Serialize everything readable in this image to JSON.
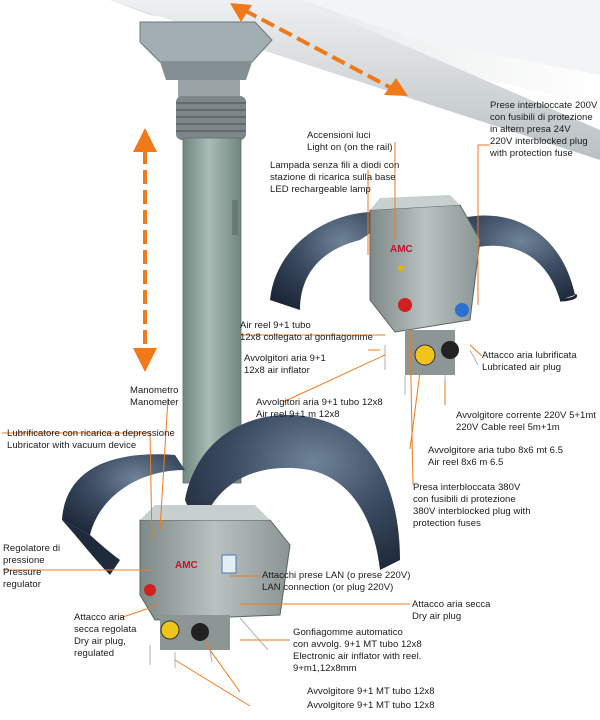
{
  "labels": [
    {
      "id": "prese-interbloccate-200v",
      "it": [
        "Prese interbloccate 200V",
        "con fusibili di protezione",
        "in altern presa 24V"
      ],
      "en": [
        "220V interblocked plug",
        "with protection fuse"
      ]
    },
    {
      "id": "accensioni-luci",
      "it": [
        "Accensioni luci"
      ],
      "en": [
        "Light on (on the rail)"
      ]
    },
    {
      "id": "lampada-senza-fili",
      "it": [
        "Lampada senza fili a diodi con",
        "stazione di ricarica sulla base"
      ],
      "en": [
        "LED rechargeable lamp"
      ]
    },
    {
      "id": "air-reel-collegato",
      "it": [
        "Air reel 9+1 tubo",
        "12x8 collegato al gonfiagomme"
      ],
      "en": []
    },
    {
      "id": "avvolgitori-aria",
      "it": [
        "Avvolgitori aria 9+1"
      ],
      "en": [
        "12x8 air inflator"
      ]
    },
    {
      "id": "attacco-aria-lubrificata",
      "it": [
        "Attacco aria lubrificata"
      ],
      "en": [
        "Lubricated air plug"
      ]
    },
    {
      "id": "avvolgitori-aria-tubo",
      "it": [
        "Avvolgitori aria 9+1 tubo 12x8"
      ],
      "en": [
        "Air reel 9+1 m 12x8"
      ]
    },
    {
      "id": "manometro",
      "it": [
        "Manometro"
      ],
      "en": [
        "Manometer"
      ]
    },
    {
      "id": "avvolgitore-corrente",
      "it": [
        "Avvolgitore corrente 220V 5+1mt"
      ],
      "en": [
        "220V Cable reel 5m+1m"
      ]
    },
    {
      "id": "avvolgitore-aria-tubo-8x6",
      "it": [
        "Avvolgitore aria tubo 8x6 mt 6.5"
      ],
      "en": [
        "Air reel 8x6 m 6.5"
      ]
    },
    {
      "id": "lubrificatore",
      "it": [
        "Lubrificatore con ricarica a depressione"
      ],
      "en": [
        "Lubricator with vacuum device"
      ]
    },
    {
      "id": "presa-interbloccata-380v",
      "it": [
        "Presa interbloccata 380V",
        "con fusibili di protezione"
      ],
      "en": [
        "380V interblocked plug with",
        "protection fuses"
      ]
    },
    {
      "id": "regolatore-pressione",
      "it": [
        "Regolatore di",
        "pressione"
      ],
      "en": [
        "Pressure",
        "regulator"
      ]
    },
    {
      "id": "attacchi-prese-lan",
      "it": [
        "Attacchi prese LAN (o prese 220V)"
      ],
      "en": [
        "LAN connection (or plug 220V)"
      ]
    },
    {
      "id": "attacco-aria-secca",
      "it": [
        "Attacco aria secca"
      ],
      "en": [
        "Dry air plug"
      ]
    },
    {
      "id": "attacco-aria-regolata",
      "it": [
        "Attacco aria",
        "secca regolata"
      ],
      "en": [
        "Dry air plug,",
        "regulated"
      ]
    },
    {
      "id": "gonfiagomme",
      "it": [
        "Gonfiagomme automatico",
        "con avvolg. 9+1 MT tubo 12x8"
      ],
      "en": [
        "Electronic air inflator with reel.",
        "9+m1,12x8mm"
      ]
    },
    {
      "id": "avvolgitore-9-1-a",
      "it": [
        "Avvolgitore 9+1 MT tubo 12x8"
      ],
      "en": []
    },
    {
      "id": "avvolgitore-9-1-b",
      "it": [
        "Avvolgitore 9+1 MT tubo 12x8"
      ],
      "en": []
    }
  ],
  "brand": "AMC",
  "colors": {
    "arrow": "#f07a1a",
    "leader": "#f07a1a",
    "dome": "#2f3f55",
    "body": "#9aa6a4",
    "column": "#8fa39c",
    "rail": "#cfd4d6"
  }
}
